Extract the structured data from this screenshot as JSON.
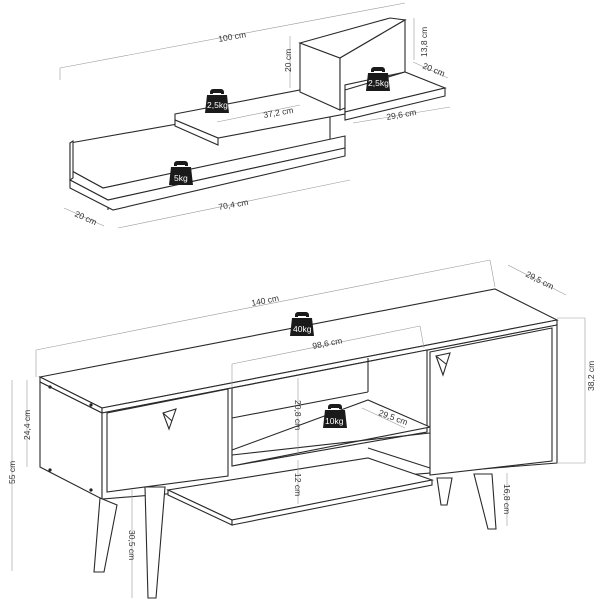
{
  "wall_shelf": {
    "dimensions": {
      "total_width": "100 cm",
      "upper_board_height": "20 cm",
      "right_back_height": "13,8 cm",
      "right_depth": "20 cm",
      "middle_shelf_width": "37,2 cm",
      "right_shelf_width": "29,6 cm",
      "left_depth": "20 cm",
      "lower_shelf_width": "70,4 cm"
    },
    "weights": {
      "middle_shelf": "2,5kg",
      "right_shelf": "2,5kg",
      "lower_shelf": "5kg"
    }
  },
  "tv_stand": {
    "dimensions": {
      "total_width": "140 cm",
      "depth": "29,5 cm",
      "inner_width": "98,6 cm",
      "body_height": "38,2 cm",
      "total_height": "55 cm",
      "door_height": "24,4 cm",
      "upper_compartment_height": "20,8 cm",
      "inner_shelf_depth": "29,5 cm",
      "lower_compartment_height": "12 cm",
      "front_leg_height": "30,5 cm",
      "rear_leg_height": "16,8 cm"
    },
    "weights": {
      "top": "40kg",
      "inner_shelf": "10kg"
    }
  }
}
